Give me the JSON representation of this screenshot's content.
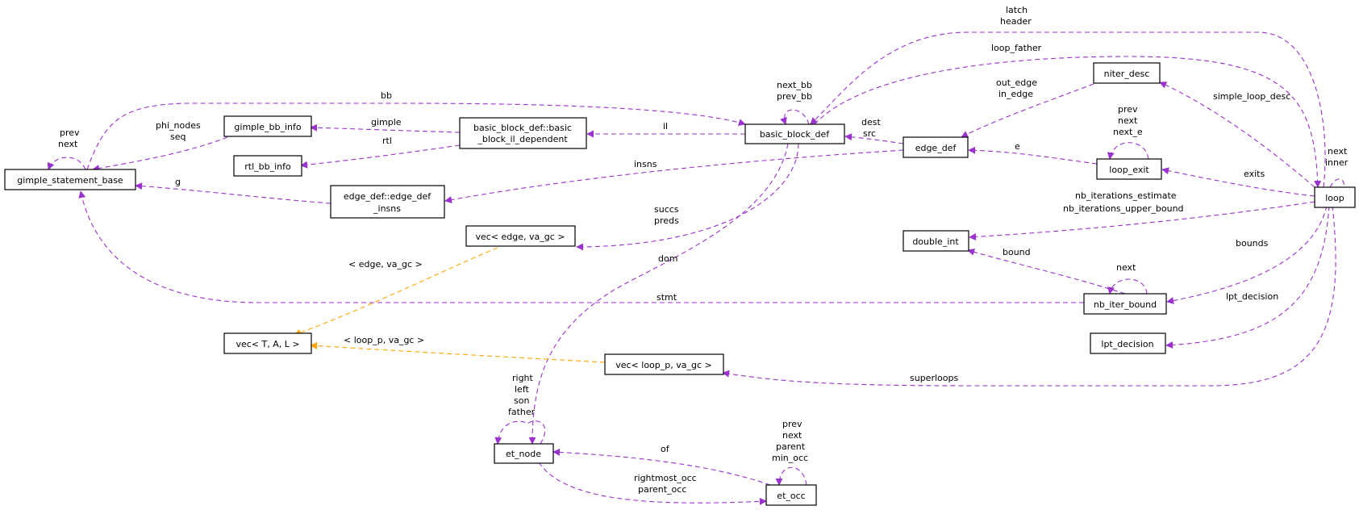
{
  "colors": {
    "member_edge": "#9a32cd",
    "template_edge": "#ffa500",
    "node_fill": "#ffffff",
    "highlight_fill": "#bfbfbf",
    "node_border": "#000000"
  },
  "nodes": {
    "gimple_statement_base": {
      "label": "gimple_statement_base",
      "highlighted": true
    },
    "gimple_bb_info": {
      "label": "gimple_bb_info"
    },
    "rtl_bb_info": {
      "label": "rtl_bb_info"
    },
    "bb_il_dependent": {
      "line1": "basic_block_def::basic",
      "line2": "_block_il_dependent"
    },
    "basic_block_def": {
      "label": "basic_block_def"
    },
    "edge_def_insns": {
      "line1": "edge_def::edge_def",
      "line2": "_insns"
    },
    "vec_edge": {
      "label": "vec< edge, va_gc >"
    },
    "vec_T": {
      "label": "vec< T, A, L >"
    },
    "vec_loop_p": {
      "label": "vec< loop_p, va_gc >"
    },
    "et_node": {
      "label": "et_node"
    },
    "et_occ": {
      "label": "et_occ"
    },
    "edge_def": {
      "label": "edge_def"
    },
    "niter_desc": {
      "label": "niter_desc"
    },
    "loop_exit": {
      "label": "loop_exit"
    },
    "double_int": {
      "label": "double_int"
    },
    "nb_iter_bound": {
      "label": "nb_iter_bound"
    },
    "lpt_decision": {
      "label": "lpt_decision"
    },
    "loop": {
      "label": "loop"
    }
  },
  "edges": [
    {
      "id": "gsb-self",
      "kind": "member",
      "labels": [
        "prev",
        "next"
      ]
    },
    {
      "id": "gbb-to-gsb",
      "kind": "member",
      "labels": [
        "phi_nodes",
        "seq"
      ]
    },
    {
      "id": "gsb-to-bbd",
      "kind": "member",
      "labels": [
        "bb"
      ]
    },
    {
      "id": "eins-to-gsb",
      "kind": "member",
      "labels": [
        "g"
      ]
    },
    {
      "id": "nib-to-gsb",
      "kind": "member",
      "labels": [
        "stmt"
      ]
    },
    {
      "id": "bbil-to-gbb",
      "kind": "member",
      "labels": [
        "gimple"
      ]
    },
    {
      "id": "bbil-to-rtl",
      "kind": "member",
      "labels": [
        "rtl"
      ]
    },
    {
      "id": "bbd-to-bbil",
      "kind": "member",
      "labels": [
        "il"
      ]
    },
    {
      "id": "bbd-self",
      "kind": "member",
      "labels": [
        "next_bb",
        "prev_bb"
      ]
    },
    {
      "id": "ed-to-eins",
      "kind": "member",
      "labels": [
        "insns"
      ]
    },
    {
      "id": "ed-to-bbd",
      "kind": "member",
      "labels": [
        "dest",
        "src"
      ]
    },
    {
      "id": "bbd-to-vecedge",
      "kind": "member",
      "labels": [
        "succs",
        "preds"
      ]
    },
    {
      "id": "bbd-to-etnode",
      "kind": "member",
      "labels": [
        "dom"
      ]
    },
    {
      "id": "vecedge-to-vect",
      "kind": "template",
      "labels": [
        "< edge, va_gc >"
      ]
    },
    {
      "id": "veclp-to-vect",
      "kind": "template",
      "labels": [
        "< loop_p, va_gc >"
      ]
    },
    {
      "id": "loop-to-bbd-latch",
      "kind": "member",
      "labels": [
        "latch",
        "header"
      ]
    },
    {
      "id": "bbd-to-loop",
      "kind": "member",
      "labels": [
        "loop_father"
      ]
    },
    {
      "id": "nd-to-ed",
      "kind": "member",
      "labels": [
        "out_edge",
        "in_edge"
      ]
    },
    {
      "id": "loop-to-nd",
      "kind": "member",
      "labels": [
        "simple_loop_desc"
      ]
    },
    {
      "id": "le-to-ed",
      "kind": "member",
      "labels": [
        "e"
      ]
    },
    {
      "id": "le-self",
      "kind": "member",
      "labels": [
        "prev",
        "next",
        "next_e"
      ]
    },
    {
      "id": "loop-to-le",
      "kind": "member",
      "labels": [
        "exits"
      ]
    },
    {
      "id": "loop-self",
      "kind": "member",
      "labels": [
        "next",
        "inner"
      ]
    },
    {
      "id": "loop-to-di",
      "kind": "member",
      "labels": [
        "nb_iterations_estimate",
        "nb_iterations_upper_bound"
      ]
    },
    {
      "id": "nib-to-di",
      "kind": "member",
      "labels": [
        "bound"
      ]
    },
    {
      "id": "nib-self",
      "kind": "member",
      "labels": [
        "next"
      ]
    },
    {
      "id": "loop-to-nib",
      "kind": "member",
      "labels": [
        "bounds"
      ]
    },
    {
      "id": "loop-to-lpt",
      "kind": "member",
      "labels": [
        "lpt_decision"
      ]
    },
    {
      "id": "loop-to-veclp",
      "kind": "member",
      "labels": [
        "superloops"
      ]
    },
    {
      "id": "etnode-self",
      "kind": "member",
      "labels": [
        "right",
        "left",
        "son",
        "father"
      ]
    },
    {
      "id": "etocc-to-etnode",
      "kind": "member",
      "labels": [
        "of"
      ]
    },
    {
      "id": "etnode-to-etocc",
      "kind": "member",
      "labels": [
        "rightmost_occ",
        "parent_occ"
      ]
    },
    {
      "id": "etocc-self",
      "kind": "member",
      "labels": [
        "prev",
        "next",
        "parent",
        "min_occ"
      ]
    }
  ]
}
